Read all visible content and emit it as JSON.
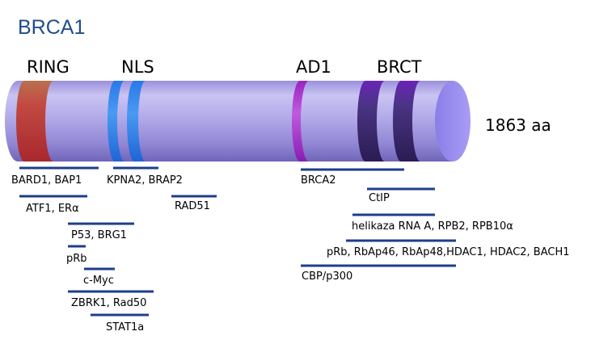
{
  "title": "BRCA1",
  "length_label": "1863 aa",
  "colors": {
    "title": "#1f4e8c",
    "cylinder_light": "#c8c3f0",
    "cylinder_mid": "#a79ee6",
    "cylinder_dark": "#7f73c8",
    "cap": "#9b8ef0",
    "bar": "#1d3e8c",
    "ring": "#c03a3e",
    "ring_top": "#b86a4c",
    "nls": "#2e86ee",
    "ad1": "#a82ec8",
    "brct": "#3a2a6e",
    "brct_top": "#6a2ab0"
  },
  "domains": [
    {
      "name": "RING",
      "label": "RING"
    },
    {
      "name": "NLS",
      "label": "NLS"
    },
    {
      "name": "AD1",
      "label": "AD1"
    },
    {
      "name": "BRCT",
      "label": "BRCT"
    }
  ],
  "partners": [
    {
      "label": "BARD1, BAP1"
    },
    {
      "label": "ATF1, ERα"
    },
    {
      "label": "P53, BRG1"
    },
    {
      "label": "pRb"
    },
    {
      "label": "c-Myc"
    },
    {
      "label": "ZBRK1,  Rad50"
    },
    {
      "label": "STAT1a"
    },
    {
      "label": "KPNA2,  BRAP2"
    },
    {
      "label": "RAD51"
    },
    {
      "label": "BRCA2"
    },
    {
      "label": "CtIP"
    },
    {
      "label": "helikaza RNA A, RPB2, RPB10α"
    },
    {
      "label": "pRb, RbAp46, RbAp48,HDAC1, HDAC2, BACH1"
    },
    {
      "label": "CBP/p300"
    }
  ]
}
